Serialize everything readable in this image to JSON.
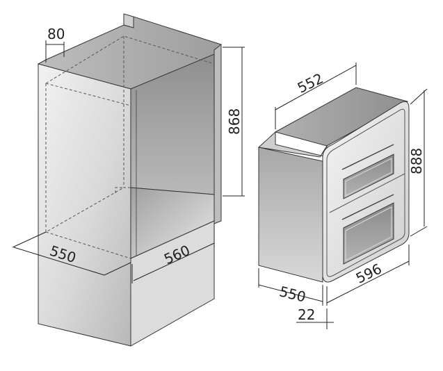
{
  "dimensions": {
    "niche_depth_top": "80",
    "niche_height": "868",
    "niche_depth": "550",
    "niche_width": "560",
    "oven_depth": "552",
    "oven_height": "888",
    "oven_body_depth": "550",
    "oven_width": "596",
    "door_thickness": "22"
  },
  "colors": {
    "line": "#222222",
    "dashed": "#555555",
    "steel_light": "#e6e6e6",
    "steel_mid": "#c8c8c8",
    "steel_dark": "#8c8c8c",
    "glass": "#9a9a9a"
  }
}
